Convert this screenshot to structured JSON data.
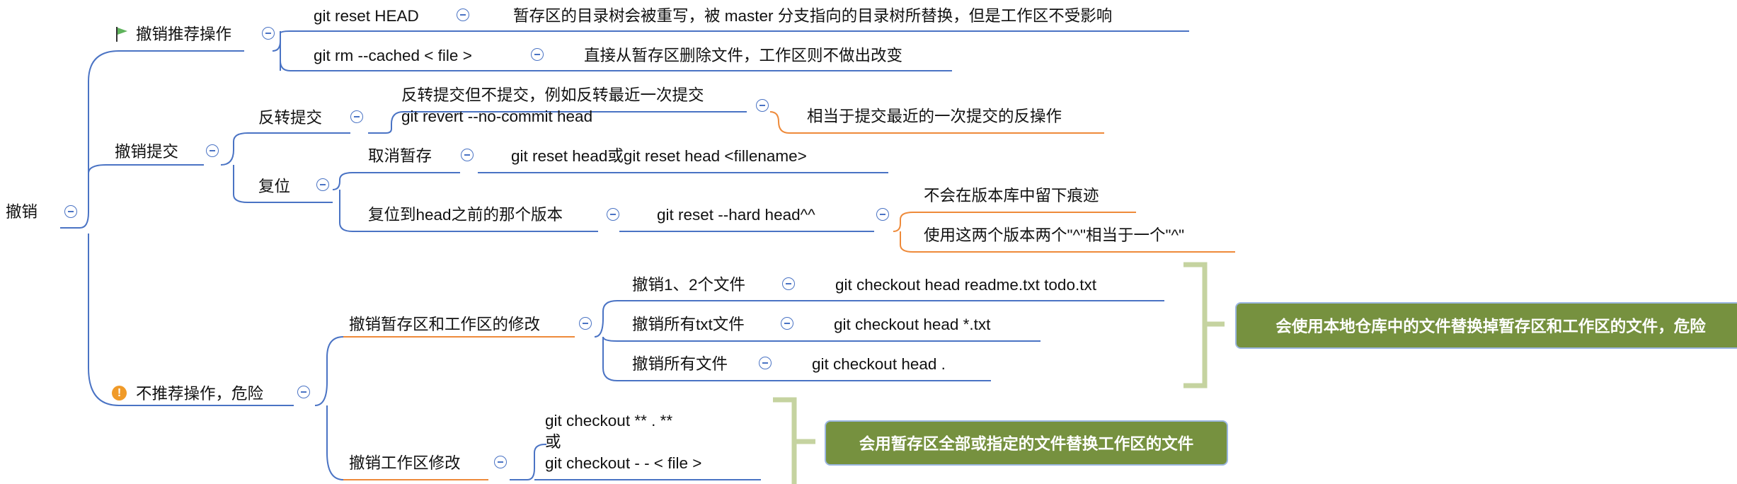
{
  "root": {
    "label": "撤销"
  },
  "recommended": {
    "label": "撤销推荐操作",
    "icon": "flag-icon",
    "icon_color": "#5fb35c",
    "items": [
      {
        "command": "git reset HEAD",
        "description": "暂存区的目录树会被重写，被 master 分支指向的目录树所替换，但是工作区不受影响"
      },
      {
        "command": "git rm --cached < file >",
        "description": "直接从暂存区删除文件，工作区则不做出改变"
      }
    ]
  },
  "undo_commit": {
    "label": "撤销提交",
    "revert": {
      "label": "反转提交",
      "detail_line1": "反转提交但不提交，例如反转最近一次提交",
      "detail_line2": "git revert --no-commit head",
      "note": "相当于提交最近的一次提交的反操作"
    },
    "reset": {
      "label": "复位",
      "unstage": {
        "label": "取消暂存",
        "command": "git reset head或git reset head <fillename>"
      },
      "hard": {
        "label": "复位到head之前的那个版本",
        "command": "git reset --hard head^^",
        "notes": [
          "不会在版本库中留下痕迹",
          "使用这两个版本两个\"^\"相当于一个\"^\""
        ]
      }
    }
  },
  "dangerous": {
    "label": "不推荐操作，危险",
    "icon": "warning-icon",
    "icon_color": "#f09a28",
    "index_and_worktree": {
      "label": "撤销暂存区和工作区的修改",
      "items": [
        {
          "label": "撤销1、2个文件",
          "command": "git checkout head readme.txt todo.txt"
        },
        {
          "label": "撤销所有txt文件",
          "command": "git checkout head *.txt"
        },
        {
          "label": "撤销所有文件",
          "command": "git checkout head ."
        }
      ],
      "callout": "会使用本地仓库中的文件替换掉暂存区和工作区的文件，危险"
    },
    "worktree": {
      "label": "撤销工作区修改",
      "line1": "git checkout ** . **",
      "line2": "或",
      "line3": "git checkout - - < file >",
      "callout": "会用暂存区全部或指定的文件替换工作区的文件"
    }
  },
  "colors": {
    "branch_blue": "#4a73c4",
    "branch_orange": "#ee8a3a",
    "bracket_green": "#c5d3a0",
    "callout_fill": "#76913f",
    "callout_border": "#9bb6e0"
  }
}
